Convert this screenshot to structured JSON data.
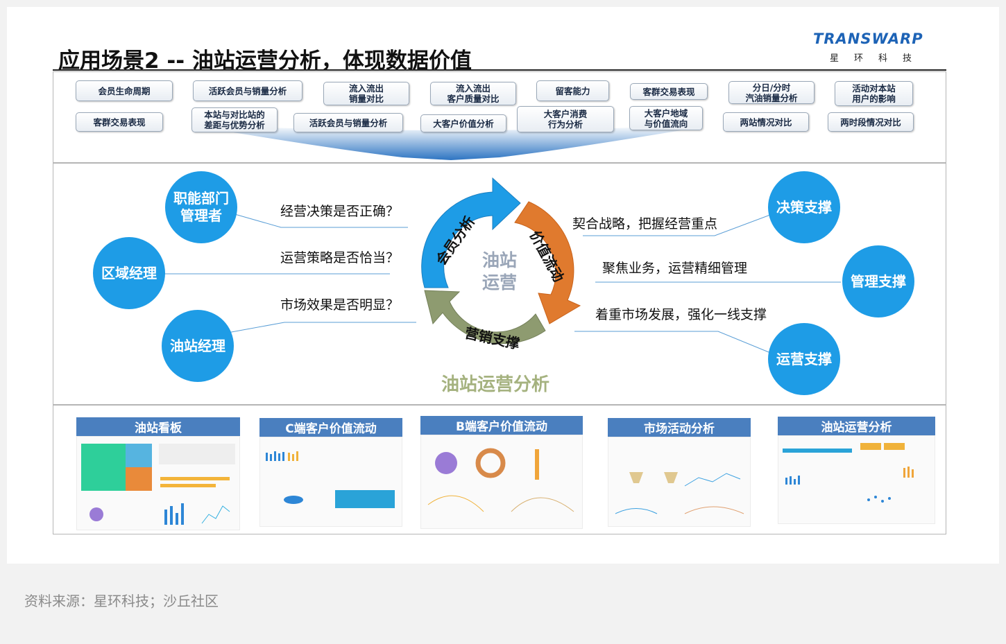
{
  "title": "应用场景2 -- 油站运营分析，体现数据价值",
  "logo": {
    "wordmark": "TRANSWARP",
    "chinese": "星环科技"
  },
  "top_tags": [
    "会员生命周期",
    "活跃会员与销量分析",
    "流入流出\n销量对比",
    "流入流出\n客户质量对比",
    "留客能力",
    "客群交易表现",
    "分日/分时\n汽油销量分析",
    "活动对本站\n用户的影响",
    "客群交易表现",
    "本站与对比站的\n差距与优势分析",
    "活跃会员与销量分析",
    "大客户价值分析",
    "大客户消费\n行为分析",
    "大客户地域\n与价值流向",
    "两站情况对比",
    "两时段情况对比"
  ],
  "left_roles": [
    "职能部门\n管理者",
    "区域经理",
    "油站经理"
  ],
  "questions": [
    "经营决策是否正确？",
    "运营策略是否恰当？",
    "市场效果是否明显？"
  ],
  "cycle": {
    "segments": [
      "会员分析",
      "价值流动",
      "营销支撑"
    ],
    "center": "油站\n运营",
    "caption": "油站运营分析"
  },
  "right_statements": [
    "契合战略，把握经营重点",
    "聚焦业务，运营精细管理",
    "着重市场发展，强化一线支撑"
  ],
  "right_supports": [
    "决策支撑",
    "管理支撑",
    "运营支撑"
  ],
  "dashboards": [
    "油站看板",
    "C端客户价值流动",
    "B端客户价值流动",
    "市场活动分析",
    "油站运营分析"
  ],
  "source": "资料来源：星环科技；沙丘社区",
  "colors": {
    "blue": "#1e9ce6",
    "orange": "#e07a2e",
    "olive": "#8e9b70",
    "header": "#4a7fbf"
  }
}
